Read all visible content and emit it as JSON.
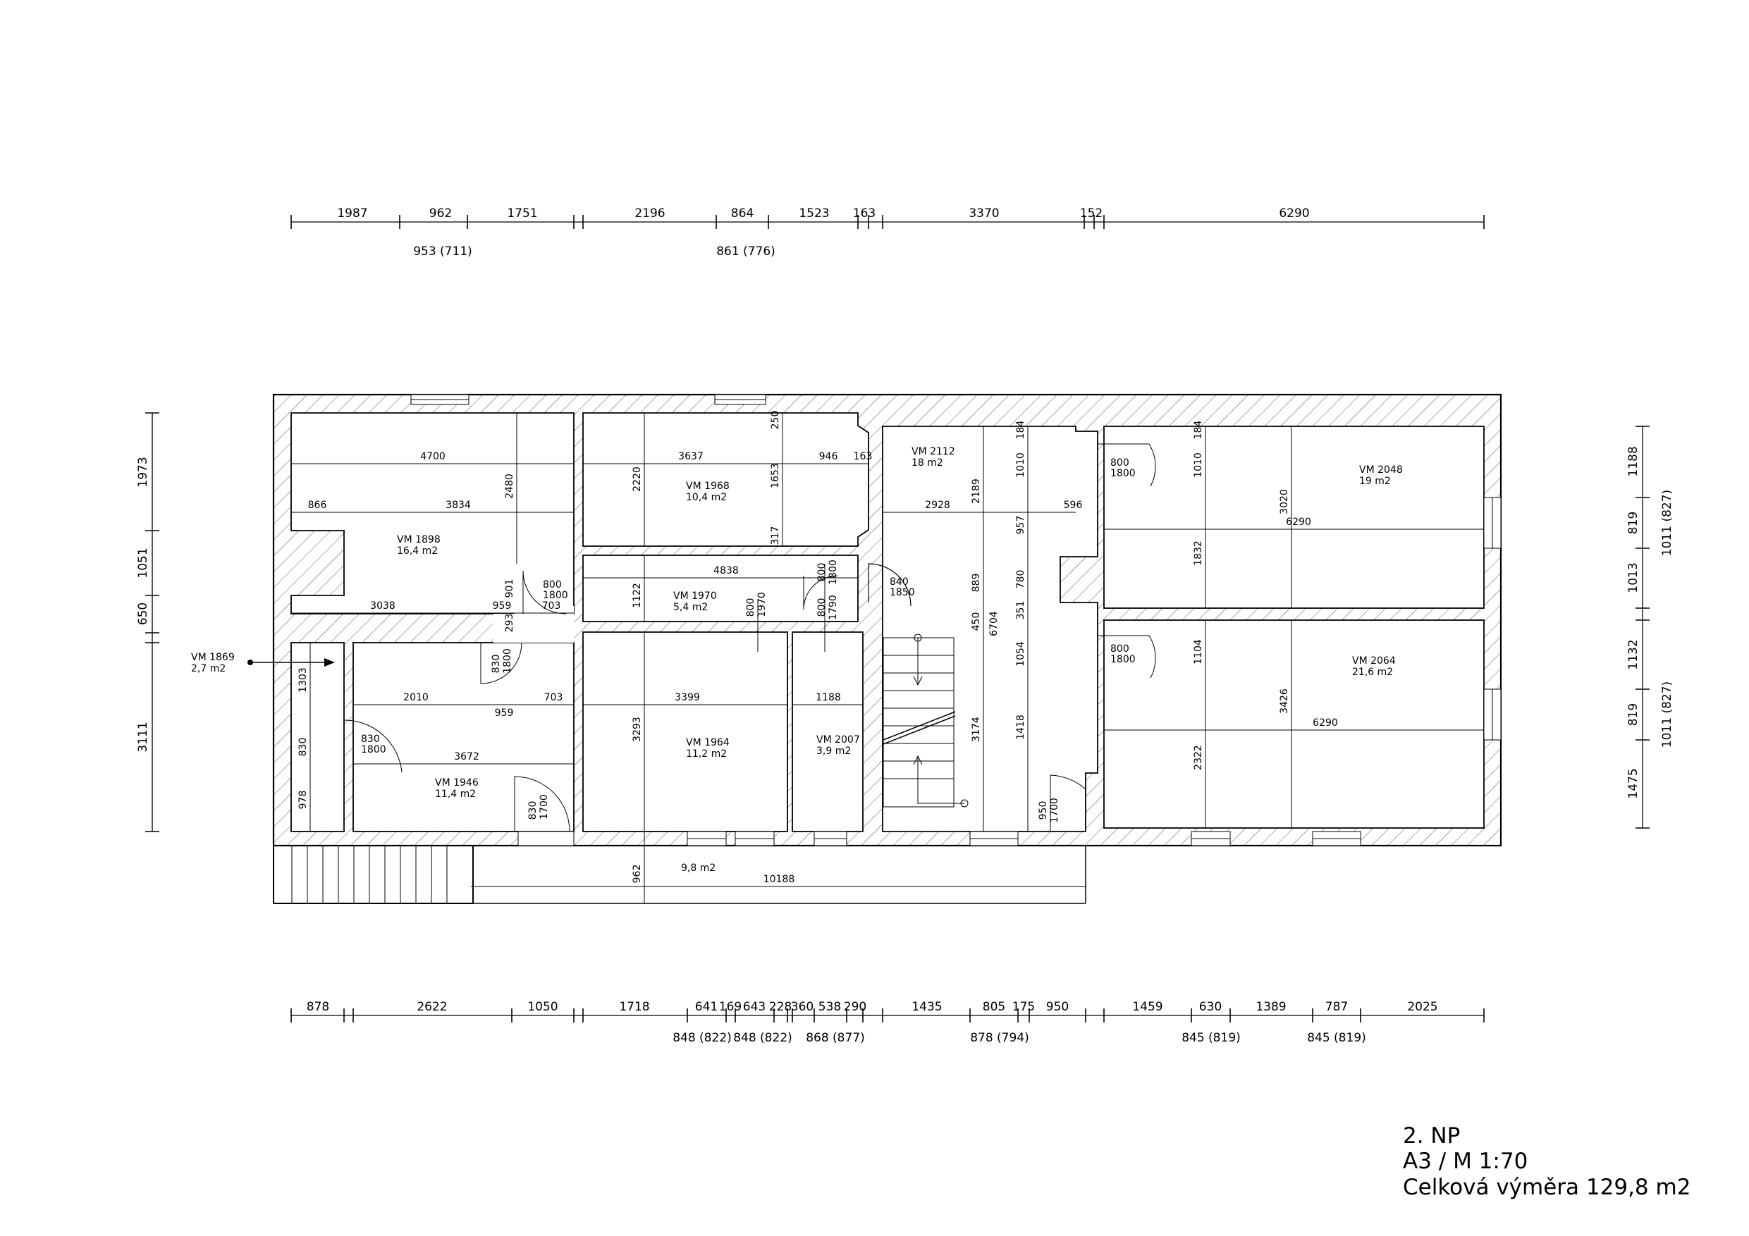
{
  "title_block": {
    "floor": "2. NP",
    "scale": "A3 / M 1:70",
    "area": "Celková výměra 129,8 m2"
  },
  "top_dimensions": {
    "chain": [
      "1987",
      "962",
      "1751",
      "2196",
      "864",
      "1523",
      "163",
      "3370",
      "152",
      "6290"
    ],
    "openings": [
      "953 (711)",
      "861 (776)"
    ]
  },
  "bottom_dimensions": {
    "chain": [
      "878",
      "2622",
      "1050",
      "1718",
      "641",
      "169",
      "643",
      "228",
      "360",
      "538",
      "290",
      "1435",
      "805",
      "175",
      "950",
      "1459",
      "630",
      "1389",
      "787",
      "2025"
    ],
    "openings": [
      "848 (822)",
      "848 (822)",
      "868 (877)",
      "878 (794)",
      "845 (819)",
      "845 (819)"
    ]
  },
  "left_dimensions": [
    "1973",
    "1051",
    "650",
    "3111"
  ],
  "right_dimensions": {
    "chain": [
      "1188",
      "819",
      "1013",
      "1132",
      "819",
      "1475"
    ],
    "openings": [
      "1011 (827)",
      "1011 (827)"
    ]
  },
  "rooms": [
    {
      "name": "VM 1898",
      "area": "16,4 m2"
    },
    {
      "name": "VM 1968",
      "area": "10,4 m2"
    },
    {
      "name": "VM 2112",
      "area": "18 m2"
    },
    {
      "name": "VM 2048",
      "area": "19 m2"
    },
    {
      "name": "VM 1970",
      "area": "5,4 m2"
    },
    {
      "name": "VM 1869",
      "area": "2,7 m2"
    },
    {
      "name": "VM 1964",
      "area": "11,2 m2"
    },
    {
      "name": "VM 2007",
      "area": "3,9 m2"
    },
    {
      "name": "VM 1946",
      "area": "11,4 m2"
    },
    {
      "name": "VM 2064",
      "area": "21,6 m2"
    },
    {
      "name": "",
      "area": "9,8 m2"
    }
  ],
  "inner_dimensions": {
    "r1898_width": "4700",
    "r1898_mid": "3834",
    "r1898_left": "866",
    "r1898_low": "3038",
    "r1898_height": "2480",
    "r1898_sub": "959",
    "r1898_sub2": "703",
    "r1898_v1": "901",
    "r1898_v2": "293",
    "r1968_width": "3637",
    "r1968_height": "2220",
    "r1968_h2": "1653",
    "r1968_top": "250",
    "r1968_bot": "317",
    "r1968_right": "946",
    "r1968_right2": "163",
    "r2112_width": "2928",
    "r2112_h1": "2189",
    "r2112_h2": "889",
    "r2112_h3": "450",
    "r2112_total": "6704",
    "r2112_low": "3174",
    "corr_h1": "1010",
    "corr_h2": "957",
    "corr_h3": "780",
    "corr_h4": "351",
    "corr_h5": "1054",
    "corr_h6": "1418",
    "corr_w": "596",
    "corr_top": "184",
    "r2048_width": "6290",
    "r2048_h1": "1010",
    "r2048_h2": "1832",
    "r2048_total": "3020",
    "r2048_top": "184",
    "r2064_width": "6290",
    "r2064_h1": "1104",
    "r2064_h2": "2322",
    "r2064_total": "3426",
    "r1970_width": "4838",
    "r1970_height": "1122",
    "r1964_width": "3399",
    "r1964_height": "3293",
    "r2007_width": "1188",
    "r1946_width": "3672",
    "r1946_top": "2010",
    "r1946_sub": "959",
    "r1946_sub2": "703",
    "r1869_h1": "1303",
    "r1869_h2": "830",
    "r1869_h3": "978",
    "balcony_width": "10188",
    "balcony_depth": "962"
  },
  "doors": [
    {
      "w": "800",
      "h": "1800"
    },
    {
      "w": "840",
      "h": "1850"
    },
    {
      "w": "800",
      "h": "1800"
    },
    {
      "w": "800",
      "h": "1800"
    },
    {
      "w": "830",
      "h": "1800"
    },
    {
      "w": "830",
      "h": "1800"
    },
    {
      "w": "830",
      "h": "1700"
    },
    {
      "w": "950",
      "h": "1700"
    },
    {
      "w": "800",
      "h": "1970"
    },
    {
      "w": "800",
      "h": "1790"
    },
    {
      "w": "800",
      "h": "1800"
    }
  ]
}
